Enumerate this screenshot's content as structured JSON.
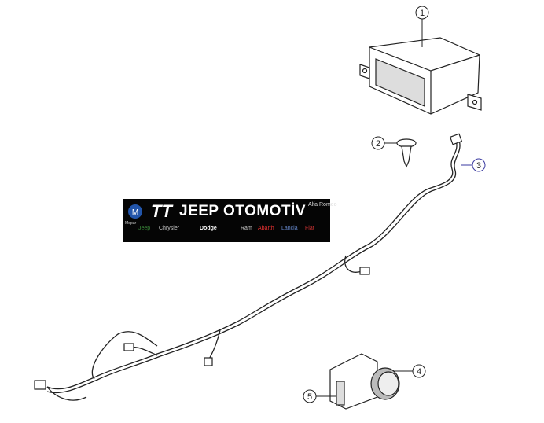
{
  "callouts": [
    "1",
    "2",
    "3",
    "4",
    "5"
  ],
  "banner": {
    "logo_mark": "TT",
    "title": "JEEP OTOMOTİV",
    "brands": [
      "Mopar",
      "Jeep",
      "Chrysler",
      "Dodge",
      "Ram",
      "Abarth",
      "Lancia",
      "Fiat",
      "Alfa Romeo"
    ]
  },
  "colors": {
    "line": "#222222",
    "callout3": "#3a3aa0",
    "banner_bg": "#050505"
  }
}
